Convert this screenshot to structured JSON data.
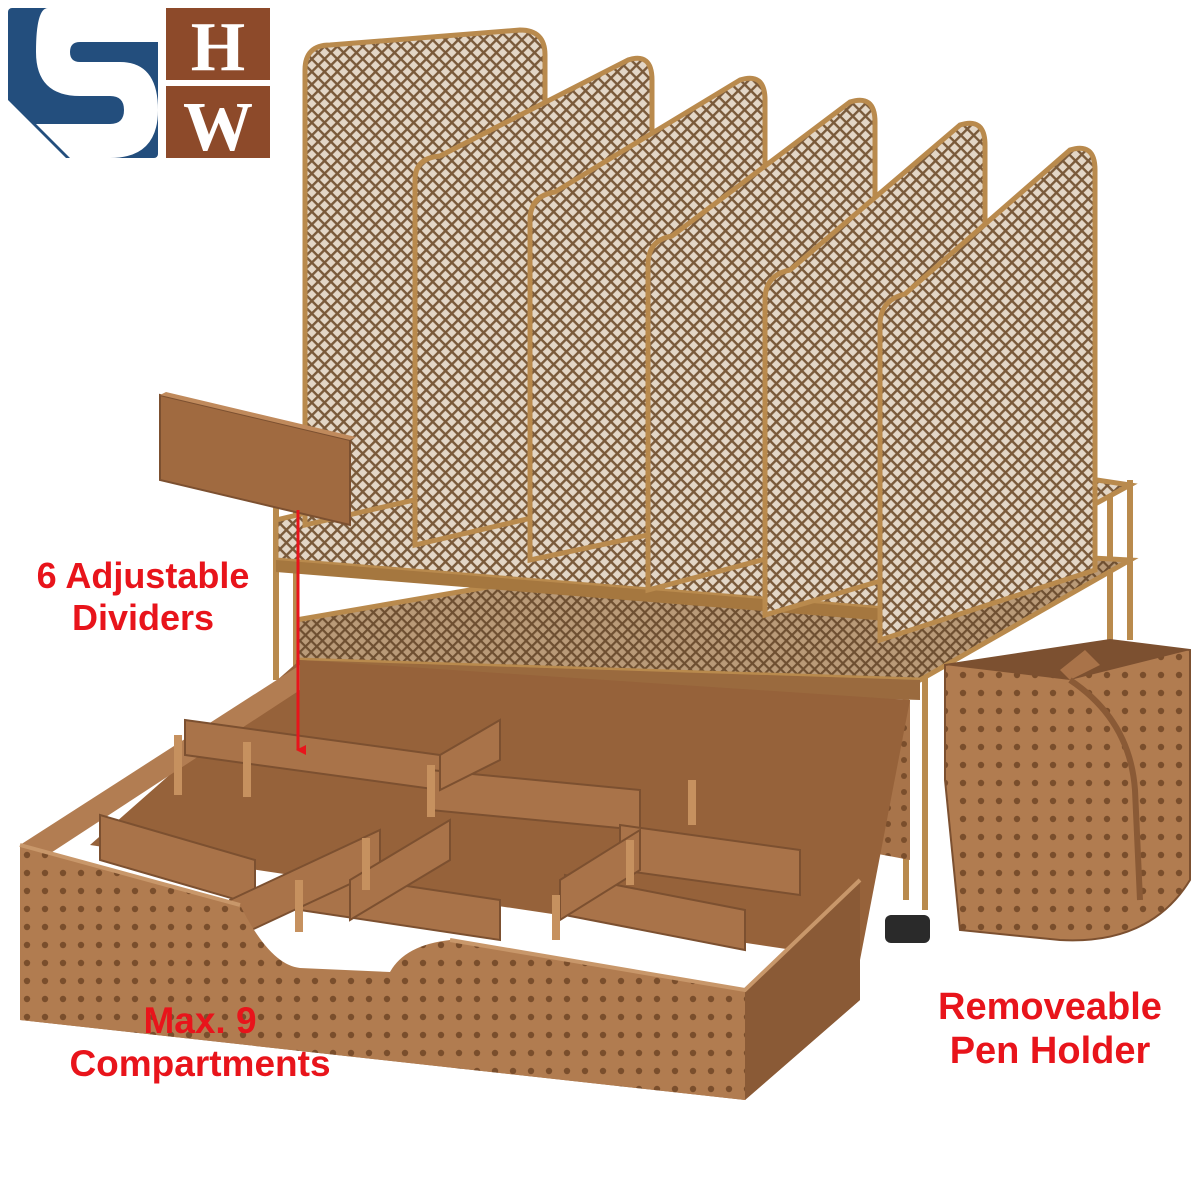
{
  "colors": {
    "brand_blue": "#234e7d",
    "brand_brown": "#8d4a2a",
    "plastic_tan": "#a8744a",
    "plastic_dark": "#7c5030",
    "mesh_bronze": "#8a6a45",
    "frame_gold": "#b98a4d",
    "callout_red": "#e8141b"
  },
  "logo": {
    "letters": "SHW"
  },
  "callouts": {
    "dividers": {
      "line1": "6 Adjustable",
      "line2": "Dividers"
    },
    "compartments": {
      "line1": "Max. 9",
      "line2": "Compartments"
    },
    "pen_holder": {
      "line1": "Removeable",
      "line2": "Pen Holder"
    }
  },
  "product": {
    "divider_count": 6,
    "compartment_count": 9
  }
}
